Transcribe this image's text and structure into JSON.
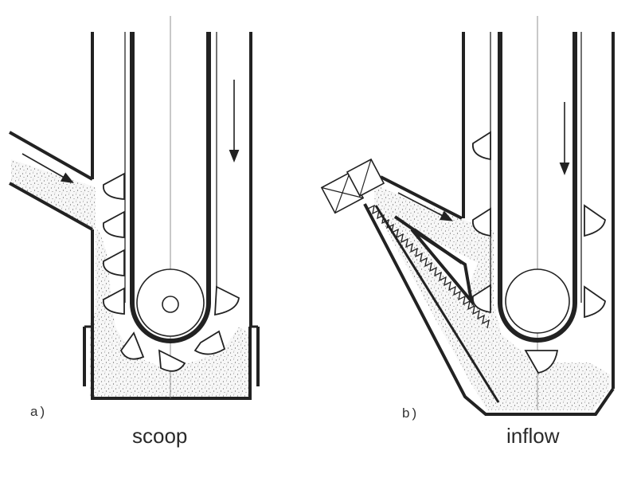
{
  "panels": [
    {
      "label": "a)",
      "caption": "scoop"
    },
    {
      "label": "b)",
      "caption": "inflow"
    }
  ],
  "colors": {
    "line": "#222222",
    "fill": "#f6f6f6",
    "speckle": "#555555"
  }
}
